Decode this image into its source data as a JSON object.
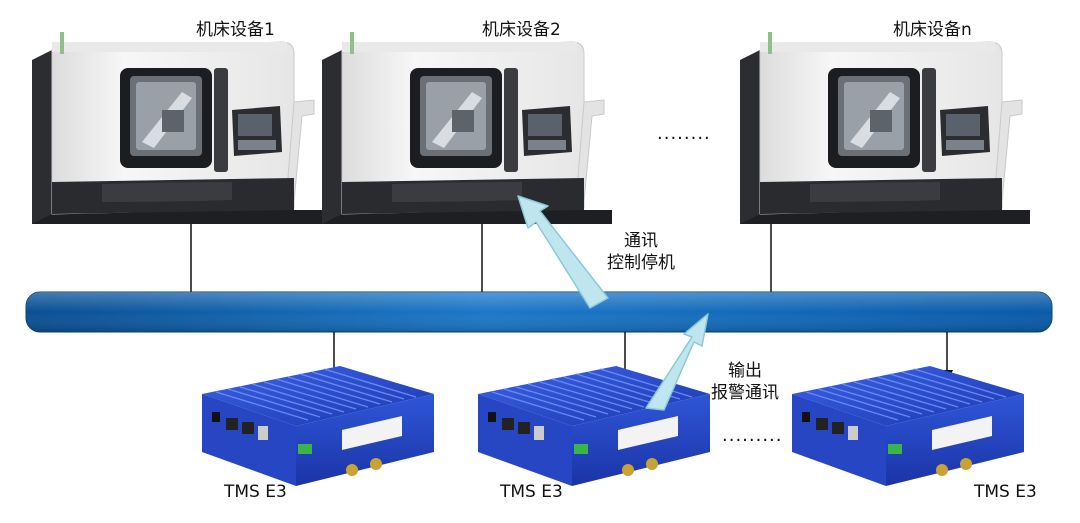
{
  "machines": [
    {
      "label": "机床设备1"
    },
    {
      "label": "机床设备2"
    },
    {
      "label": "机床设备n"
    }
  ],
  "devices": [
    {
      "label": "TMS E3"
    },
    {
      "label": "TMS E3"
    },
    {
      "label": "TMS E3"
    }
  ],
  "ellipsis_top": "········",
  "ellipsis_bottom": "·········",
  "annotation_control": {
    "line1": "通讯",
    "line2": "控制停机"
  },
  "annotation_output": {
    "line1": "输出",
    "line2": "报警通讯"
  },
  "colors": {
    "bus_dark": "#0a4f93",
    "bus_light": "#2a8fe0",
    "arrow_fill": "#bfe6ef",
    "arrow_stroke": "#8cc9d8",
    "device_blue": "#2447c9",
    "machine_body": "#f2f2f2",
    "machine_dark": "#2b2d31"
  }
}
